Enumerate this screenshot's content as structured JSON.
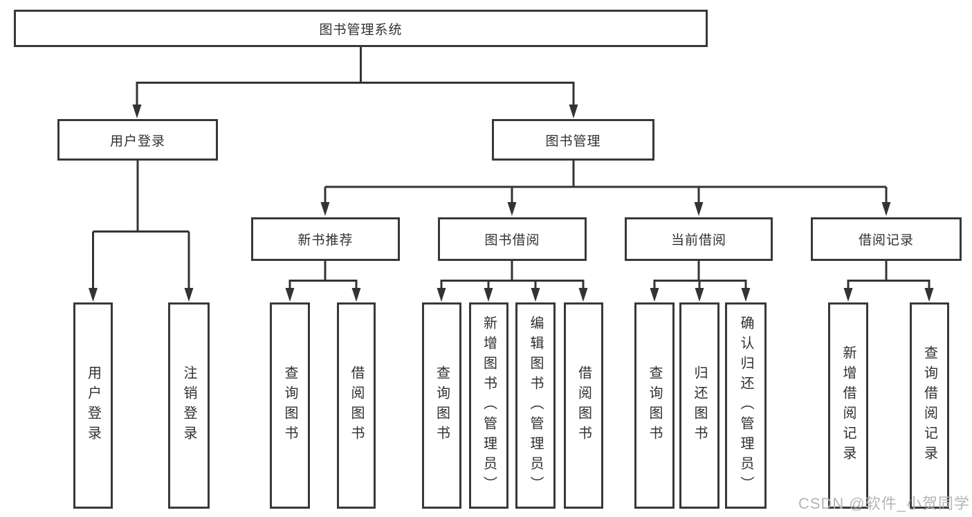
{
  "title": "图书管理系统",
  "tree": {
    "root": {
      "label": "图书管理系统"
    },
    "branches": [
      {
        "label": "用户登录",
        "leaves": [
          "用户登录",
          "注销登录"
        ]
      },
      {
        "label": "图书管理",
        "groups": [
          {
            "label": "新书推荐",
            "leaves": [
              "查询图书",
              "借阅图书"
            ]
          },
          {
            "label": "图书借阅",
            "leaves": [
              "查询图书",
              "新增图书（管理员）",
              "编辑图书（管理员）",
              "借阅图书"
            ]
          },
          {
            "label": "当前借阅",
            "leaves": [
              "查询图书",
              "归还图书",
              "确认归还（管理员）"
            ]
          },
          {
            "label": "借阅记录",
            "leaves": [
              "新增借阅记录",
              "查询借阅记录"
            ]
          }
        ]
      }
    ]
  },
  "watermark": "CSDN @软件_小贺同学",
  "colors": {
    "line": "#333333",
    "box_border": "#383838",
    "text": "#303030",
    "watermark": "#b5b5b5",
    "background": "#ffffff"
  }
}
